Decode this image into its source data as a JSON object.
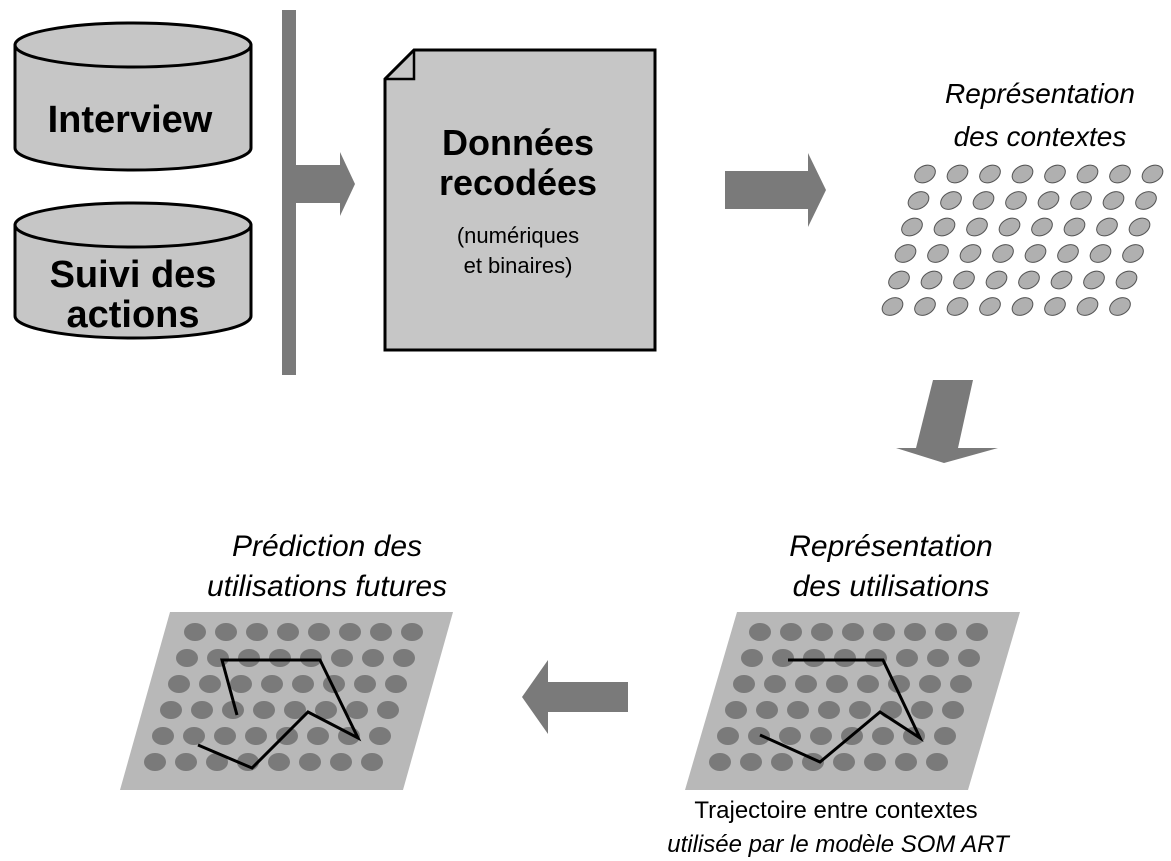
{
  "sources": {
    "interview": "Interview",
    "suivi_line1": "Suivi des",
    "suivi_line2": "actions"
  },
  "document": {
    "title_line1": "Données",
    "title_line2": "recodées",
    "sub_line1": "(numériques",
    "sub_line2": "et binaires)"
  },
  "contexts": {
    "label_line1": "Représentation",
    "label_line2": "des contextes"
  },
  "usages": {
    "label_line1": "Représentation",
    "label_line2": "des utilisations"
  },
  "prediction": {
    "label_line1": "Prédiction des",
    "label_line2": "utilisations futures"
  },
  "caption": {
    "line1": "Trajectoire entre contextes",
    "line2": "utilisée par le modèle SOM ART"
  },
  "colors": {
    "shape_fill": "#c6c6c6",
    "arrow": "#7a7a7a",
    "grid_bg": "#b8b8b8",
    "grid_dot": "#7a7a7a",
    "small_dot": "#b0b0b0"
  }
}
